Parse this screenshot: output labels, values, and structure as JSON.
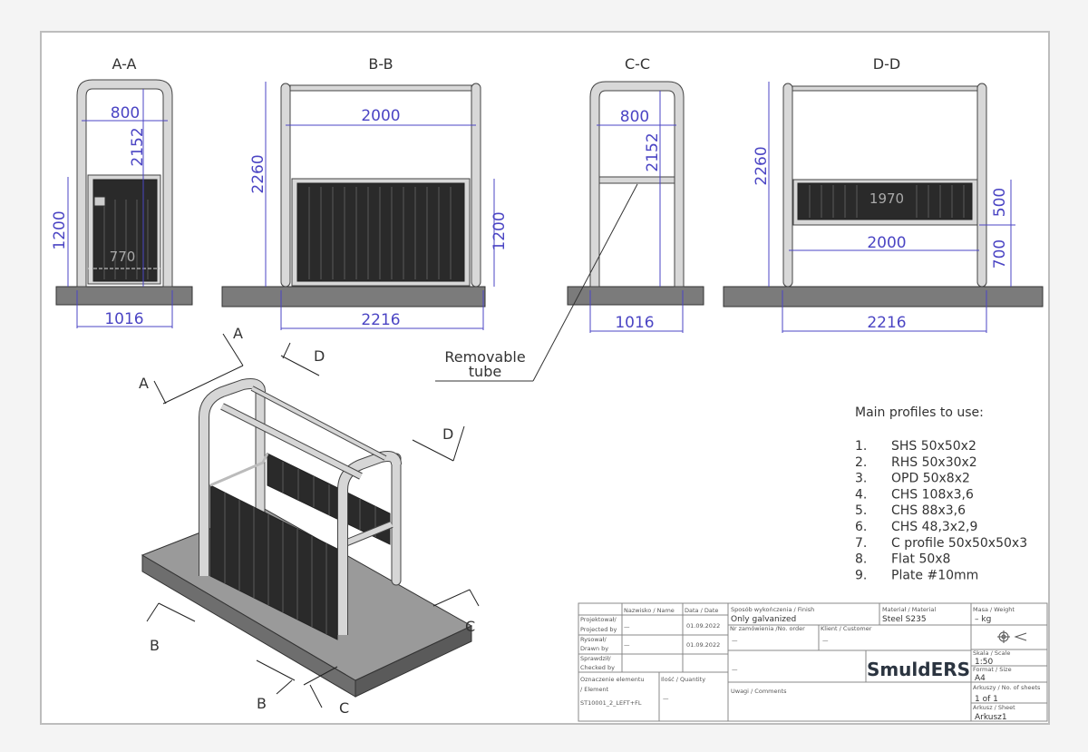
{
  "views": {
    "a": {
      "label": "A-A",
      "dim_width": "800",
      "dim_height": "2152",
      "dim_gate_height": "1200",
      "dim_gate_width": "770",
      "dim_base": "1016"
    },
    "b": {
      "label": "B-B",
      "dim_height": "2260",
      "dim_width": "2000",
      "dim_gate_height": "1200",
      "dim_base": "2216"
    },
    "c": {
      "label": "C-C",
      "dim_width": "800",
      "dim_height": "2152",
      "dim_base": "1016"
    },
    "d": {
      "label": "D-D",
      "dim_height": "2260",
      "dim_panel_width": "1970",
      "dim_panel_height": "500",
      "dim_clearance": "700",
      "dim_width": "2000",
      "dim_base": "2216"
    }
  },
  "annotation": {
    "line1": "Removable",
    "line2": "tube"
  },
  "section_markers": {
    "a": "A",
    "b": "B",
    "c": "C",
    "d": "D"
  },
  "profiles": {
    "title": "Main profiles to use:",
    "items": [
      {
        "num": "1.",
        "name": "SHS 50x50x2"
      },
      {
        "num": "2.",
        "name": "RHS 50x30x2"
      },
      {
        "num": "3.",
        "name": "OPD 50x8x2"
      },
      {
        "num": "4.",
        "name": "CHS 108x3,6"
      },
      {
        "num": "5.",
        "name": "CHS 88x3,6"
      },
      {
        "num": "6.",
        "name": "CHS 48,3x2,9"
      },
      {
        "num": "7.",
        "name": "C profile 50x50x50x3"
      },
      {
        "num": "8.",
        "name": "Flat 50x8"
      },
      {
        "num": "9.",
        "name": "Plate #10mm"
      }
    ]
  },
  "title_block": {
    "name_header": "Nazwisko / Name",
    "date_header": "Data / Date",
    "projected_by_label_1": "Projektował/",
    "projected_by_label_2": "Projected by",
    "projected_by": "—",
    "projected_date": "01.09.2022",
    "drawn_by_label_1": "Rysował/",
    "drawn_by_label_2": "Drawn by",
    "drawn_by": "—",
    "drawn_date": "01.09.2022",
    "checked_by_label_1": "Sprawdził/",
    "checked_by_label_2": "Checked by",
    "element_label_1": "Oznaczenie elementu",
    "element_label_2": "/ Element",
    "element": "ST10001_2_LEFT+FL",
    "quantity_label": "Ilość / Quantity",
    "quantity": "—",
    "finish_label": "Sposób wykończenia / Finish",
    "finish": "Only galvanized",
    "material_label": "Materiał / Material",
    "material": "Steel S235",
    "weight_label": "Masa / Weight",
    "weight": "– kg",
    "order_label": "Nr zamówienia /No. order",
    "order": "—",
    "customer_label": "Klient / Customer",
    "customer": "—",
    "description": "—",
    "logo": "SmuldERS",
    "scale_label": "Skala / Scale",
    "scale": "1:50",
    "size_label": "Format / Size",
    "size": "A4",
    "sheets_label": "Arkuszy / No. of sheets",
    "sheets": "1 of 1",
    "sheet_label": "Arkusz / Sheet",
    "sheet": "Arkusz1",
    "comments_label": "Uwagi / Comments"
  },
  "colors": {
    "dimension": "#4b45c4",
    "ground": "#7b7b7b",
    "panel": "#2a2a2a"
  }
}
